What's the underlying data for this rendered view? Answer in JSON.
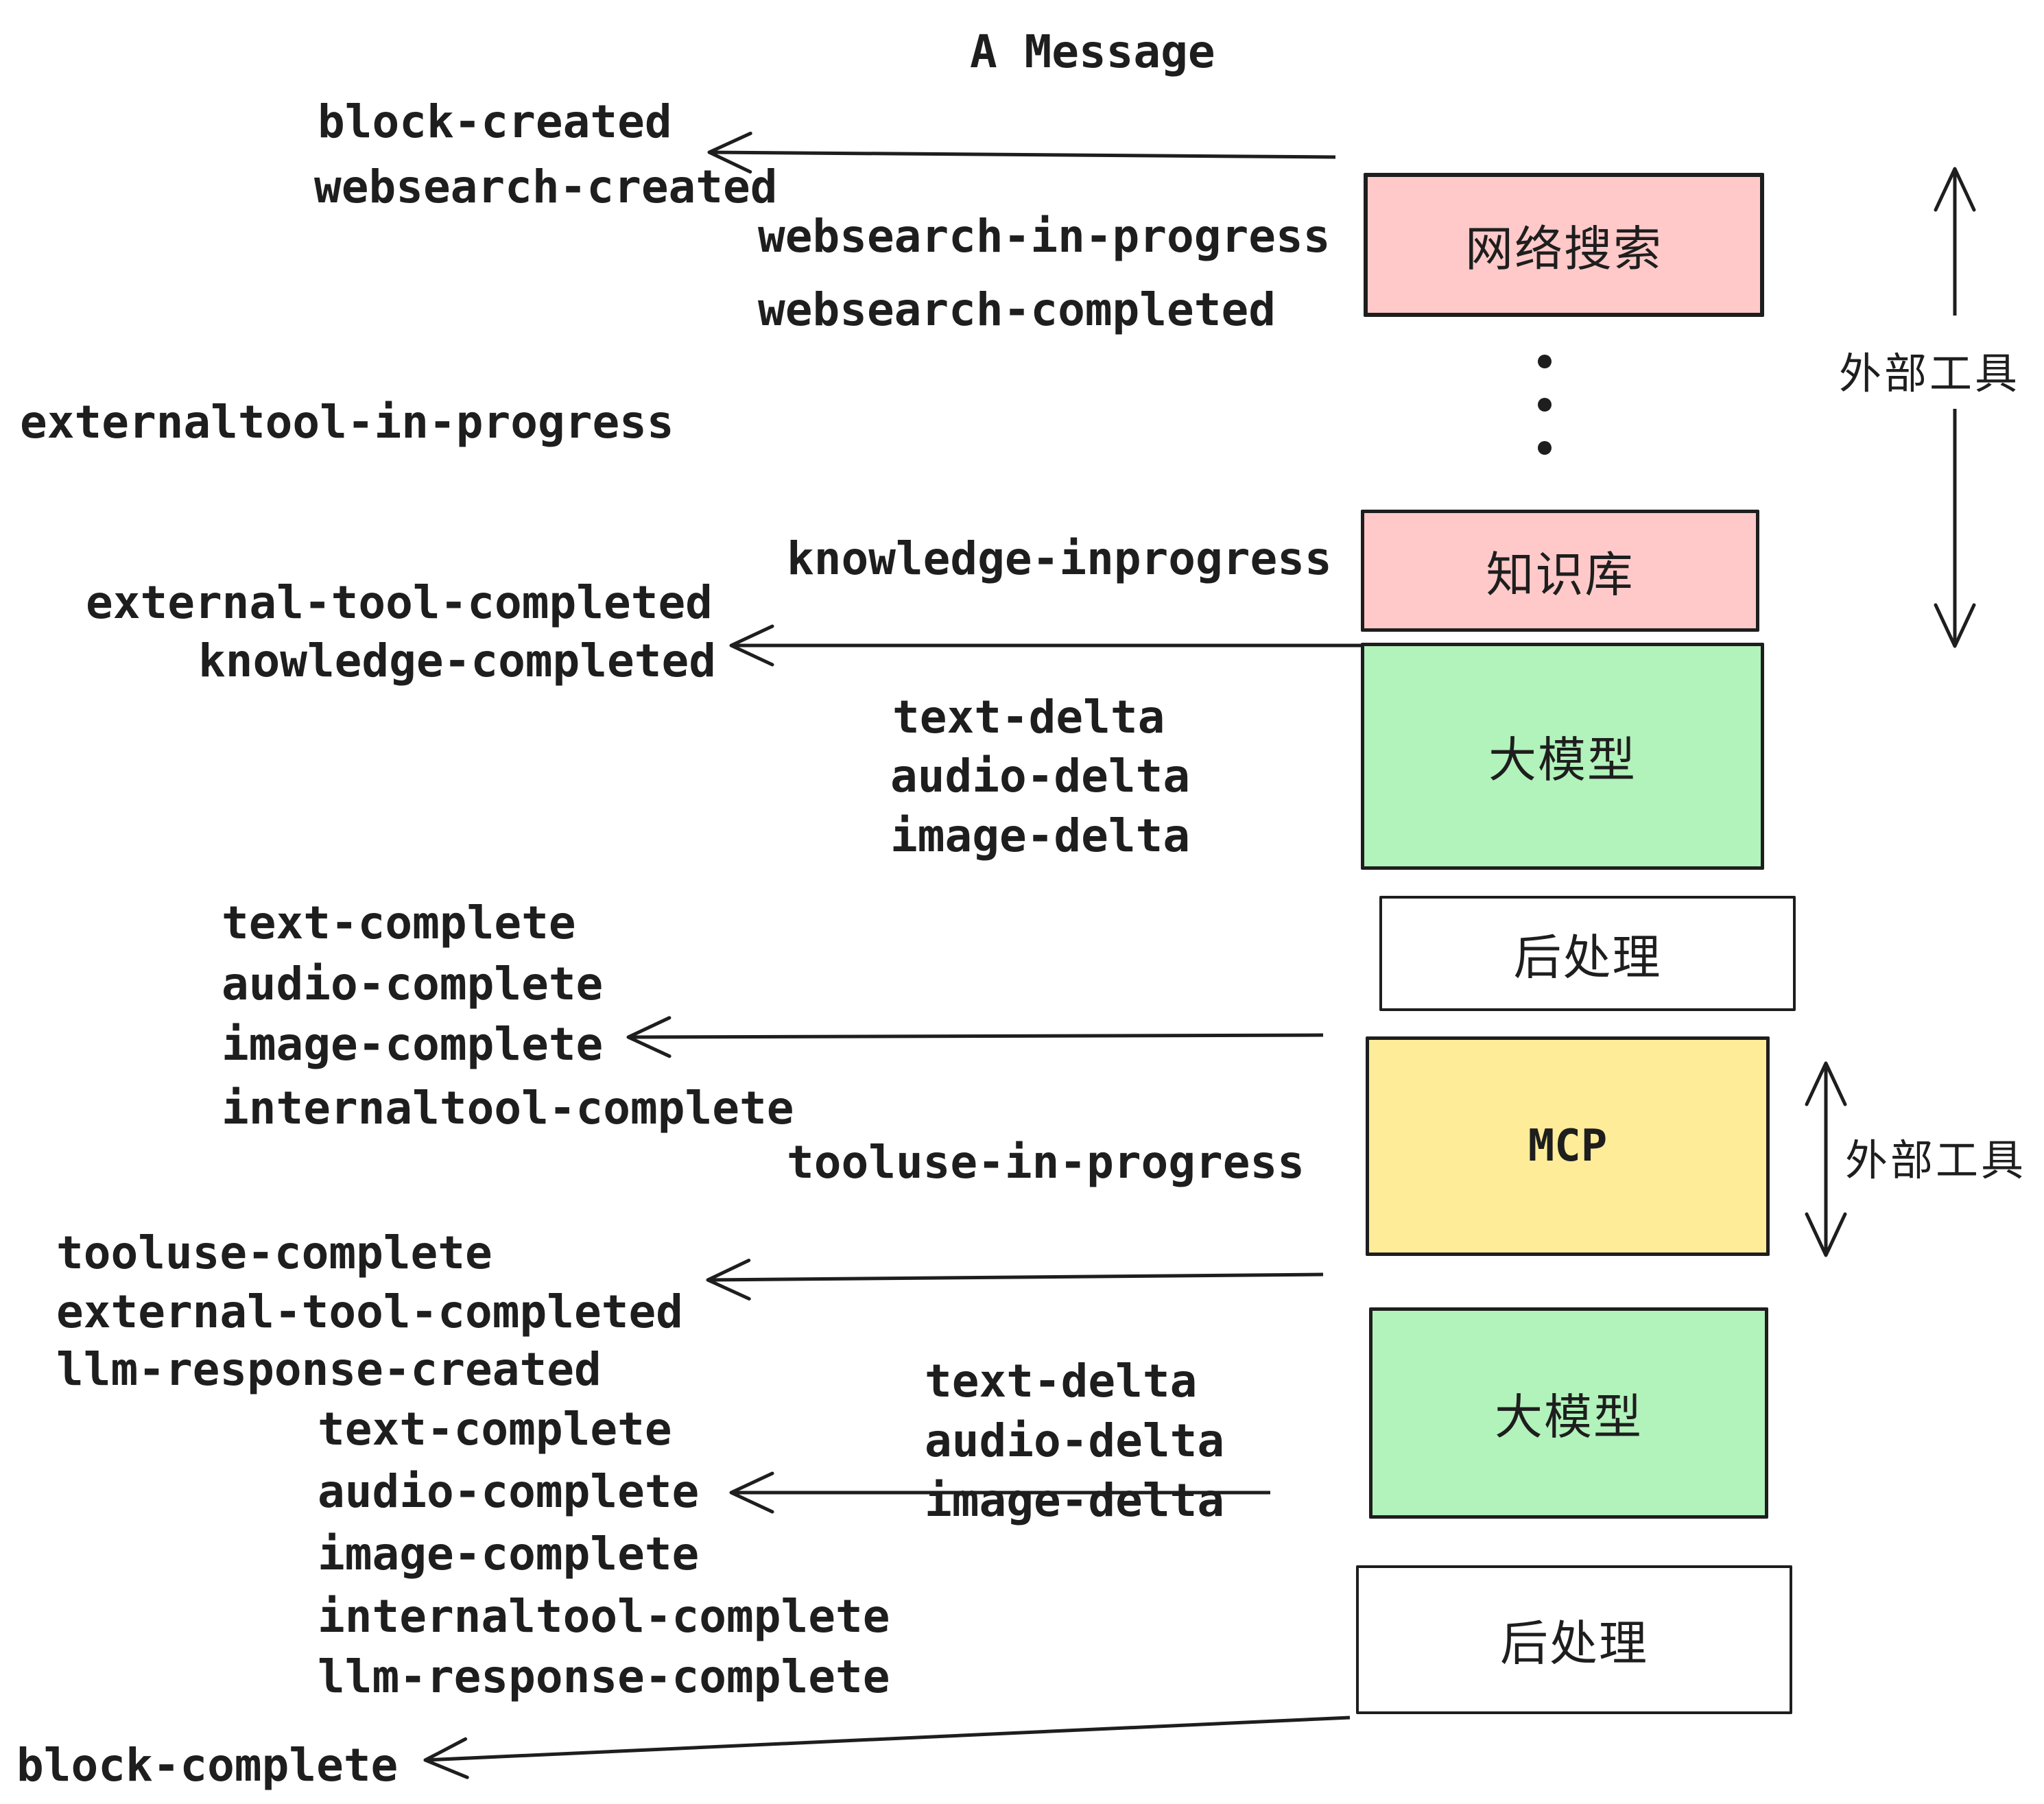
{
  "title": "A Message",
  "colors": {
    "pink": "#ffc9c9",
    "green": "#b2f2bb",
    "yellow": "#ffec99",
    "white": "#ffffff",
    "ink": "#1e1e1e"
  },
  "boxes": [
    {
      "id": "websearch",
      "label": "网络搜索",
      "color": "pink"
    },
    {
      "id": "knowledge",
      "label": "知识库",
      "color": "pink"
    },
    {
      "id": "llm1",
      "label": "大模型",
      "color": "green"
    },
    {
      "id": "post1",
      "label": "后处理",
      "color": "white"
    },
    {
      "id": "mcp",
      "label": "MCP",
      "color": "yellow"
    },
    {
      "id": "llm2",
      "label": "大模型",
      "color": "green"
    },
    {
      "id": "post2",
      "label": "后处理",
      "color": "white"
    }
  ],
  "side_labels": {
    "external_tool_top": "外部工具",
    "external_tool_bottom": "外部工具"
  },
  "events": {
    "block_created": "block-created",
    "websearch_created": "websearch-created",
    "websearch_in_progress": "websearch-in-progress",
    "websearch_completed": "websearch-completed",
    "externaltool_in_progress": "externaltool-in-progress",
    "knowledge_inprogress": "knowledge-inprogress",
    "external_tool_completed_1": "external-tool-completed",
    "knowledge_completed": "knowledge-completed",
    "text_delta_1": "text-delta",
    "audio_delta_1": "audio-delta",
    "image_delta_1": "image-delta",
    "text_complete_1": "text-complete",
    "audio_complete_1": "audio-complete",
    "image_complete_1": "image-complete",
    "internaltool_complete_1": "internaltool-complete",
    "tooluse_in_progress": "tooluse-in-progress",
    "tooluse_complete": "tooluse-complete",
    "external_tool_completed_2": "external-tool-completed",
    "llm_response_created": "llm-response-created",
    "text_delta_2": "text-delta",
    "audio_delta_2": "audio-delta",
    "image_delta_2": "image-delta",
    "text_complete_2": "text-complete",
    "audio_complete_2": "audio-complete",
    "image_complete_2": "image-complete",
    "internaltool_complete_2": "internaltool-complete",
    "llm_response_complete": "llm-response-complete",
    "block_complete": "block-complete"
  }
}
